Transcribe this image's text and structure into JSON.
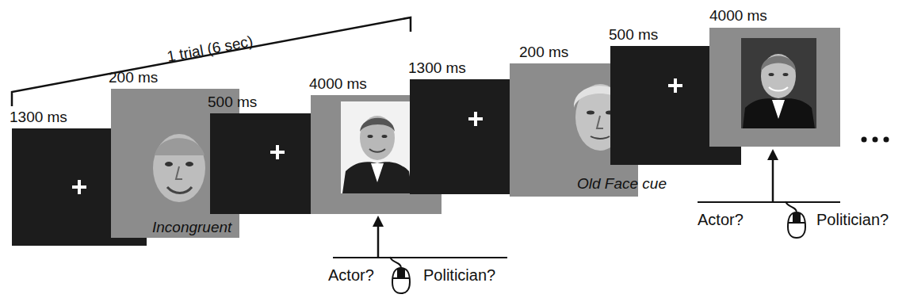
{
  "diagram": {
    "labels": [
      "1 trial (6 sec)",
      "1300 ms",
      "200 ms",
      "500 ms",
      "4000 ms",
      "Incongruent",
      "Actor?",
      "Politician?",
      "1300 ms",
      "200 ms",
      "Old Face cue",
      "500 ms",
      "4000 ms",
      "Actor?",
      "Politician?"
    ]
  }
}
